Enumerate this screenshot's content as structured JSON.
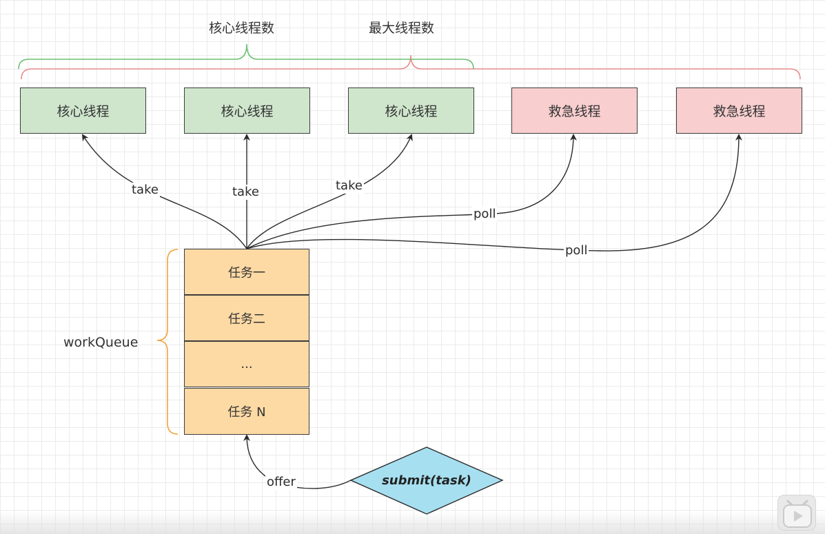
{
  "braces": {
    "core_count_label": "核心线程数",
    "max_count_label": "最大线程数",
    "queue_label": "workQueue"
  },
  "threads": [
    {
      "label": "核心线程",
      "kind": "core"
    },
    {
      "label": "核心线程",
      "kind": "core"
    },
    {
      "label": "核心线程",
      "kind": "core"
    },
    {
      "label": "救急线程",
      "kind": "rescue"
    },
    {
      "label": "救急线程",
      "kind": "rescue"
    }
  ],
  "queue": {
    "items": [
      "任务一",
      "任务二",
      "...",
      "任务 N"
    ]
  },
  "edges": {
    "take_labels": [
      "take",
      "take",
      "take"
    ],
    "poll_labels": [
      "poll",
      "poll"
    ],
    "offer_label": "offer"
  },
  "submit": {
    "label": "submit(task)"
  },
  "colors": {
    "core_fill": "#cfe6cd",
    "rescue_fill": "#f8cecf",
    "queue_fill": "#fdd9a4",
    "submit_fill": "#a6dff0",
    "core_brace": "#6cc070",
    "max_brace": "#ea8c8c",
    "queue_brace": "#f2a33a",
    "edge": "#2a2a2a"
  },
  "icons": {
    "player": "play-icon"
  }
}
